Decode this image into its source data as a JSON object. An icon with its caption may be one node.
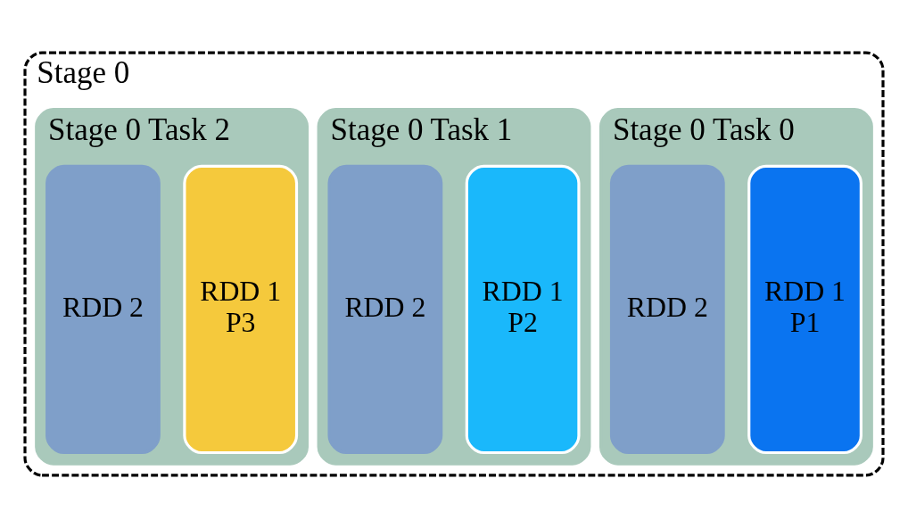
{
  "diagram": {
    "nodes": [
      {
        "text": [
          "Stage 0"
        ]
      },
      {
        "text": [
          "Stage 0 Task 0"
        ],
        "in": 0
      },
      {
        "text": [
          "RDD 1",
          "P1"
        ],
        "in": 1
      },
      {
        "text": [
          "RDD 2"
        ],
        "in": 1
      },
      {
        "text": [
          "Stage 0 Task 1"
        ],
        "in": 0
      },
      {
        "text": [
          "RDD 1",
          "P2"
        ],
        "in": 4
      },
      {
        "text": [
          "RDD 2"
        ],
        "in": 4
      },
      {
        "text": [
          "Stage 0 Task 2"
        ],
        "in": 0
      },
      {
        "text": [
          "RDD 1",
          "P3"
        ],
        "in": 7
      },
      {
        "text": [
          "RDD 2"
        ],
        "in": 7
      }
    ]
  }
}
